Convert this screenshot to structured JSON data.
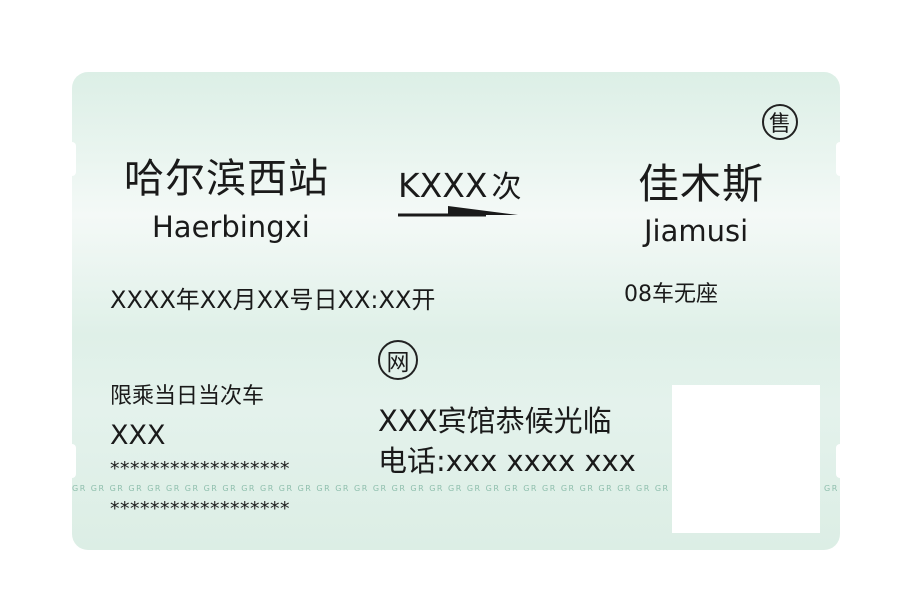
{
  "ticket": {
    "from_station_cn": "哈尔滨西站",
    "from_station_en": "Haerbingxi",
    "train_number": "KXXX",
    "train_suffix": "次",
    "to_station_cn": "佳木斯",
    "to_station_en": "Jiamusi",
    "departure": "XXXX年XX月XX号日XX:XX开",
    "seat": "08车无座",
    "sold_mark": "售",
    "net_mark": "网",
    "limit_label": "限乘当日当次车",
    "passenger": "XXX",
    "masked_line_1": "******************",
    "masked_line_2": "******************",
    "ad_line_1": "XXX宾馆恭候光临",
    "ad_line_2": "电话:xxx xxxx xxx",
    "security_text": "GR GR GR GR GR GR GR GR GR GR GR GR GR GR GR GR GR GR GR GR GR GR GR GR GR GR GR GR GR GR GR GR GR GR GR GR GR GR GR GR GR GR GR GR GR GR"
  },
  "colors": {
    "ticket_background": "#e3f2eb",
    "security_print": "#8fbfad",
    "text": "#1a1a1a"
  },
  "icons": {
    "arrow": "right-arrow-icon",
    "qr": "qr-code-placeholder"
  }
}
